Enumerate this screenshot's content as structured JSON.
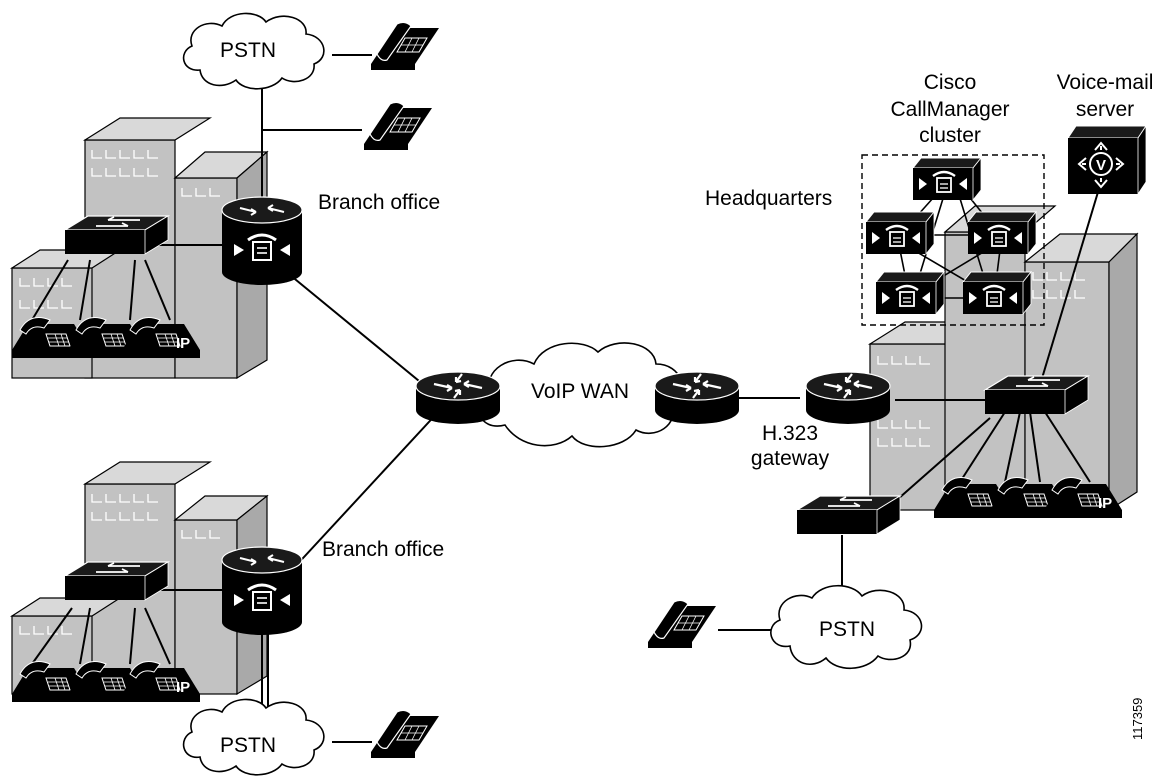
{
  "labels": {
    "pstn_top": "PSTN",
    "pstn_bottom_left": "PSTN",
    "pstn_right": "PSTN",
    "branch_office_top": "Branch office",
    "branch_office_bottom": "Branch office",
    "voip_wan": "VoIP WAN",
    "h323_line1": "H.323",
    "h323_line2": "gateway",
    "headquarters": "Headquarters",
    "callmanager_line1": "Cisco",
    "callmanager_line2": "CallManager",
    "callmanager_line3": "cluster",
    "voicemail_line1": "Voice-mail",
    "voicemail_line2": "server",
    "ip_badge": "IP",
    "voicemail_symbol": "V",
    "figure_id": "117359"
  }
}
